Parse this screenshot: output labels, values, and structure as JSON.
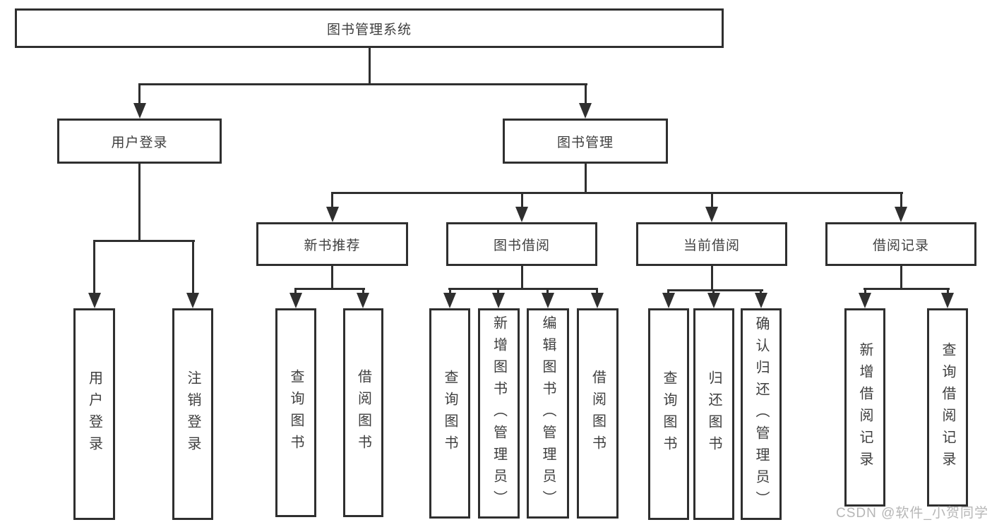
{
  "diagram": {
    "root": {
      "label": "图书管理系统"
    },
    "level2": [
      {
        "id": "user-login",
        "label": "用户登录"
      },
      {
        "id": "book-management",
        "label": "图书管理"
      }
    ],
    "level3": [
      {
        "id": "new-book-recommendation",
        "label": "新书推荐"
      },
      {
        "id": "book-borrowing",
        "label": "图书借阅"
      },
      {
        "id": "current-borrowing",
        "label": "当前借阅"
      },
      {
        "id": "borrowing-records",
        "label": "借阅记录"
      }
    ],
    "leaves": {
      "user_login": [
        "用户登录",
        "注销登录"
      ],
      "new_book_recommendation": [
        "查询图书",
        "借阅图书"
      ],
      "book_borrowing": [
        "查询图书",
        "新增图书（管理员）",
        "编辑图书（管理员）",
        "借阅图书"
      ],
      "current_borrowing": [
        "查询图书",
        "归还图书",
        "确认归还（管理员）"
      ],
      "borrowing_records": [
        "新增借阅记录",
        "查询借阅记录"
      ]
    }
  },
  "watermark": {
    "text": "CSDN @软件_小贺同学"
  },
  "colors": {
    "line": "#2f2f2f",
    "text": "#3f3f3f",
    "watermark": "#b0b0b0",
    "background": "#ffffff"
  }
}
